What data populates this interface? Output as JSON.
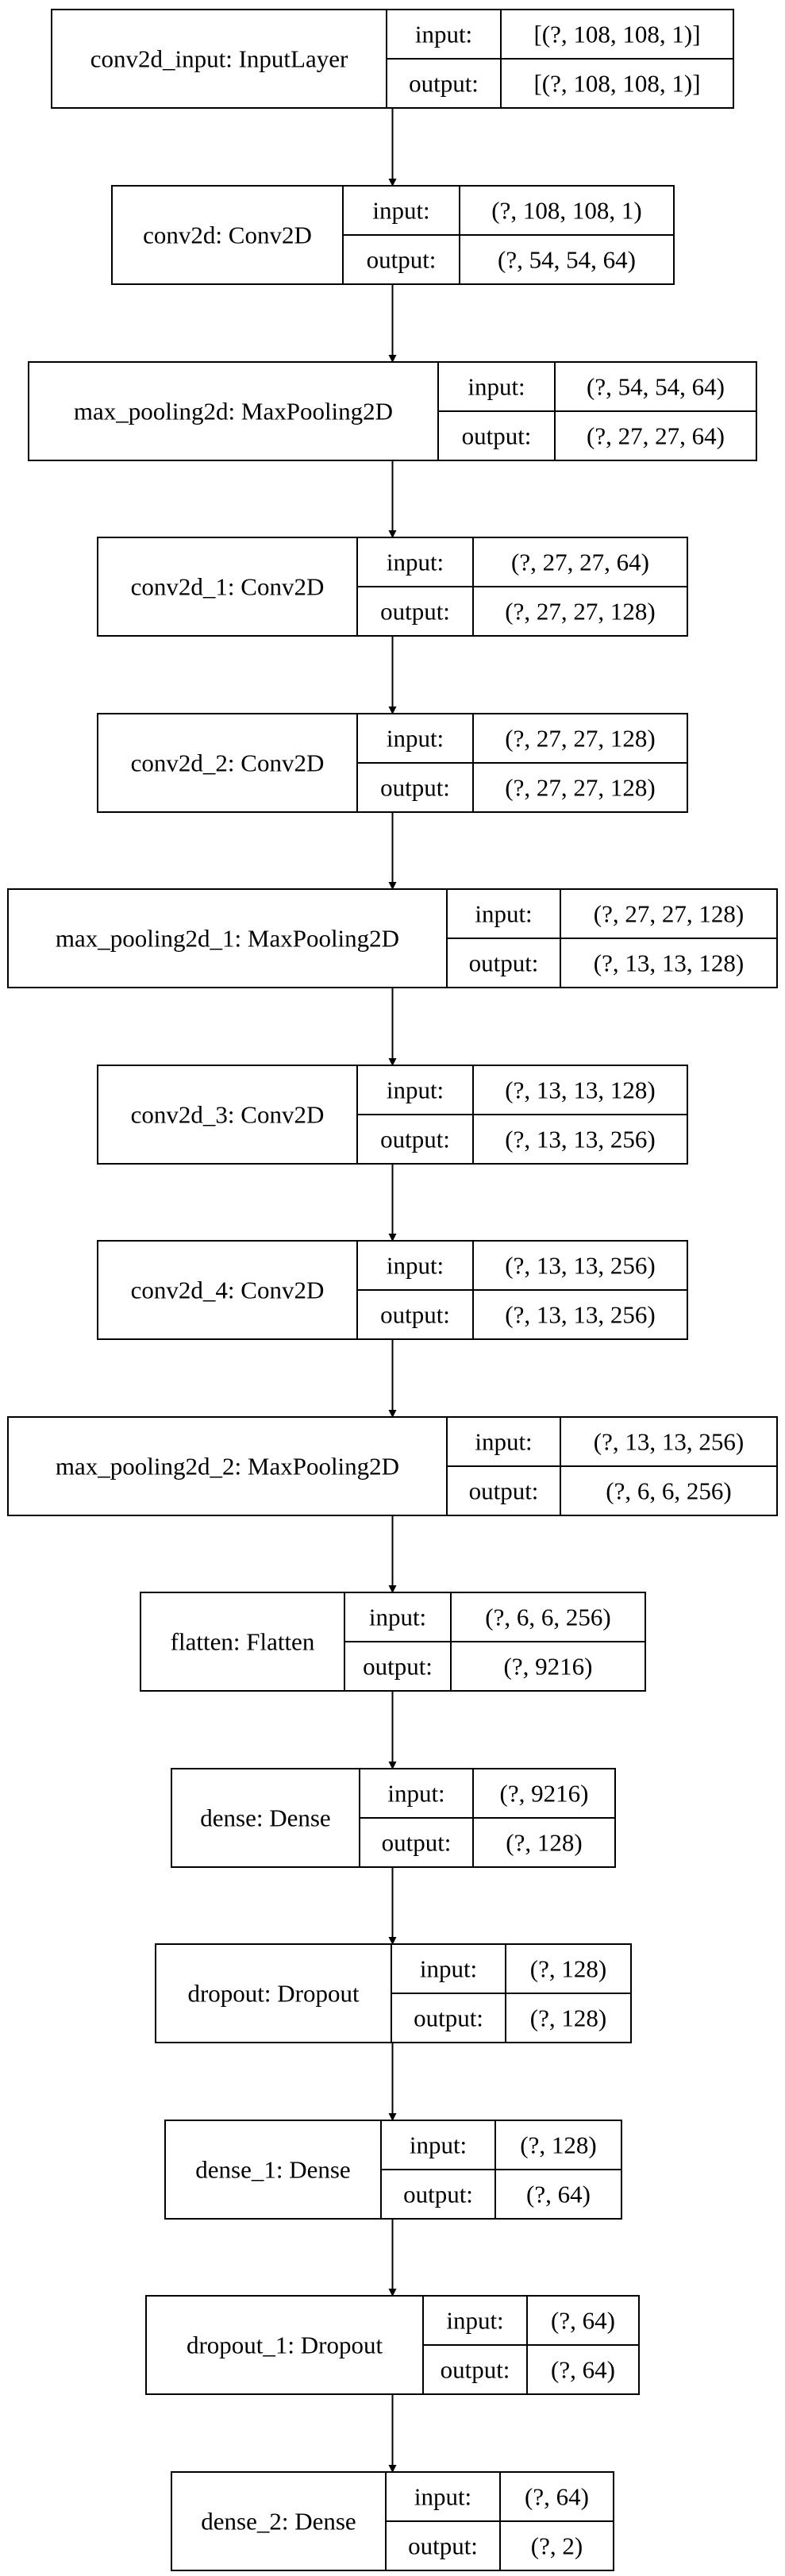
{
  "colors": {
    "stroke": "#000000",
    "background": "#ffffff",
    "text": "#000000"
  },
  "io_labels": {
    "input": "input:",
    "output": "output:"
  },
  "layers": [
    {
      "name": "conv2d_input: InputLayer",
      "input": "[(?, 108, 108, 1)]",
      "output": "[(?, 108, 108, 1)]"
    },
    {
      "name": "conv2d: Conv2D",
      "input": "(?, 108, 108, 1)",
      "output": "(?, 54, 54, 64)"
    },
    {
      "name": "max_pooling2d: MaxPooling2D",
      "input": "(?, 54, 54, 64)",
      "output": "(?, 27, 27, 64)"
    },
    {
      "name": "conv2d_1: Conv2D",
      "input": "(?, 27, 27, 64)",
      "output": "(?, 27, 27, 128)"
    },
    {
      "name": "conv2d_2: Conv2D",
      "input": "(?, 27, 27, 128)",
      "output": "(?, 27, 27, 128)"
    },
    {
      "name": "max_pooling2d_1: MaxPooling2D",
      "input": "(?, 27, 27, 128)",
      "output": "(?, 13, 13, 128)"
    },
    {
      "name": "conv2d_3: Conv2D",
      "input": "(?, 13, 13, 128)",
      "output": "(?, 13, 13, 256)"
    },
    {
      "name": "conv2d_4: Conv2D",
      "input": "(?, 13, 13, 256)",
      "output": "(?, 13, 13, 256)"
    },
    {
      "name": "max_pooling2d_2: MaxPooling2D",
      "input": "(?, 13, 13, 256)",
      "output": "(?, 6, 6, 256)"
    },
    {
      "name": "flatten: Flatten",
      "input": "(?, 6, 6, 256)",
      "output": "(?, 9216)"
    },
    {
      "name": "dense: Dense",
      "input": "(?, 9216)",
      "output": "(?, 128)"
    },
    {
      "name": "dropout: Dropout",
      "input": "(?, 128)",
      "output": "(?, 128)"
    },
    {
      "name": "dense_1: Dense",
      "input": "(?, 128)",
      "output": "(?, 64)"
    },
    {
      "name": "dropout_1: Dropout",
      "input": "(?, 64)",
      "output": "(?, 64)"
    },
    {
      "name": "dense_2: Dense",
      "input": "(?, 64)",
      "output": "(?, 2)"
    }
  ]
}
